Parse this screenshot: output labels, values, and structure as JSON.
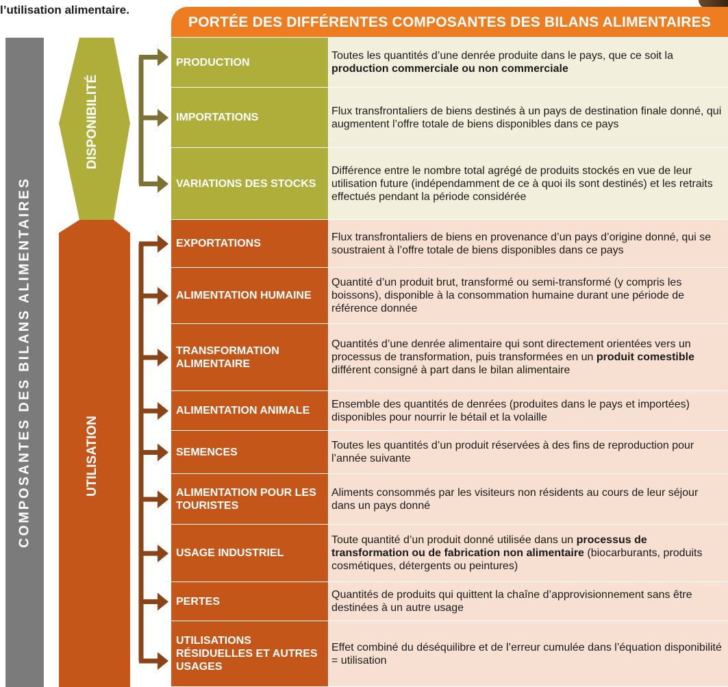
{
  "intro_text": "l’utilisation alimentaire.",
  "title": "PORTÉE DES DIFFÉRENTES COMPOSANTES DES BILANS ALIMENTAIRES",
  "side_label": "COMPOSANTES DES BILANS ALIMENTAIRES",
  "groups": {
    "disponibilite": "DISPONIBILITÉ",
    "utilisation": "UTILISATION"
  },
  "colors": {
    "title_orange": "#ee7d22",
    "side_gray": "#7b7b7b",
    "dispo_dark": "#b0ae3b",
    "dispo_light": "#f2f0dc",
    "dispo_arrow": "#7a7334",
    "util_dark": "#c5561a",
    "util_light": "#f7e0d2",
    "util_arrow": "#8a4418"
  },
  "rows": [
    {
      "name": "PRODUCTION",
      "group": "disponibilite",
      "parts": [
        {
          "t": "Toutes les quantités d’une denrée produite dans le pays, que ce soit la "
        },
        {
          "t": "production commerciale ou non commerciale",
          "b": true
        }
      ]
    },
    {
      "name": "IMPORTATIONS",
      "group": "disponibilite",
      "parts": [
        {
          "t": "Flux transfrontaliers de biens destinés à un pays de destination finale donné, qui augmentent l’offre totale de biens disponibles dans ce pays"
        }
      ]
    },
    {
      "name": "VARIATIONS DES STOCKS",
      "group": "disponibilite",
      "parts": [
        {
          "t": "Différence entre le nombre total agrégé de produits stockés en vue de leur utilisation future (indépendamment de ce à quoi ils sont destinés) et les retraits effectués pendant la période considérée"
        }
      ]
    },
    {
      "name": "EXPORTATIONS",
      "group": "utilisation",
      "parts": [
        {
          "t": "Flux transfrontaliers de biens en provenance d’un pays d’origine donné, qui se soustraient à l’offre totale de biens disponibles dans ce pays"
        }
      ]
    },
    {
      "name": "ALIMENTATION HUMAINE",
      "group": "utilisation",
      "parts": [
        {
          "t": "Quantité d’un produit brut, transformé ou semi-transformé (y compris les boissons), disponible à la consommation humaine durant une période de référence donnée"
        }
      ]
    },
    {
      "name": "TRANSFORMATION ALIMENTAIRE",
      "group": "utilisation",
      "parts": [
        {
          "t": "Quantités d’une denrée alimentaire qui sont directement orientées vers un processus de transformation, puis transformées en un "
        },
        {
          "t": "produit comestible",
          "b": true
        },
        {
          "t": " différent consigné à part dans le bilan alimentaire"
        }
      ]
    },
    {
      "name": "ALIMENTATION ANIMALE",
      "group": "utilisation",
      "parts": [
        {
          "t": "Ensemble des quantités de denrées (produites dans le pays et importées) disponibles pour nourrir le bétail et la volaille"
        }
      ]
    },
    {
      "name": "SEMENCES",
      "group": "utilisation",
      "parts": [
        {
          "t": "Toutes les quantités d’un produit réservées à des fins de reproduction pour l’année suivante"
        }
      ]
    },
    {
      "name": "ALIMENTATION POUR LES TOURISTES",
      "group": "utilisation",
      "parts": [
        {
          "t": "Aliments consommés par les visiteurs non résidents au cours de leur séjour dans un pays donné"
        }
      ]
    },
    {
      "name": "USAGE INDUSTRIEL",
      "group": "utilisation",
      "parts": [
        {
          "t": "Toute quantité d’un produit donné utilisée dans un "
        },
        {
          "t": "processus de transformation ou de fabrication non alimentaire",
          "b": true
        },
        {
          "t": " (biocarburants, produits cosmétiques, détergents ou peintures)"
        }
      ]
    },
    {
      "name": "PERTES",
      "group": "utilisation",
      "parts": [
        {
          "t": "Quantités de produits qui quittent la chaîne d’approvisionnement sans être destinées à un autre usage"
        }
      ]
    },
    {
      "name": "UTILISATIONS RÉSIDUELLES ET AUTRES USAGES",
      "group": "utilisation",
      "parts": [
        {
          "t": "Effet combiné du déséquilibre et de l’erreur cumulée dans l’équation disponibilité = utilisation"
        }
      ]
    }
  ]
}
